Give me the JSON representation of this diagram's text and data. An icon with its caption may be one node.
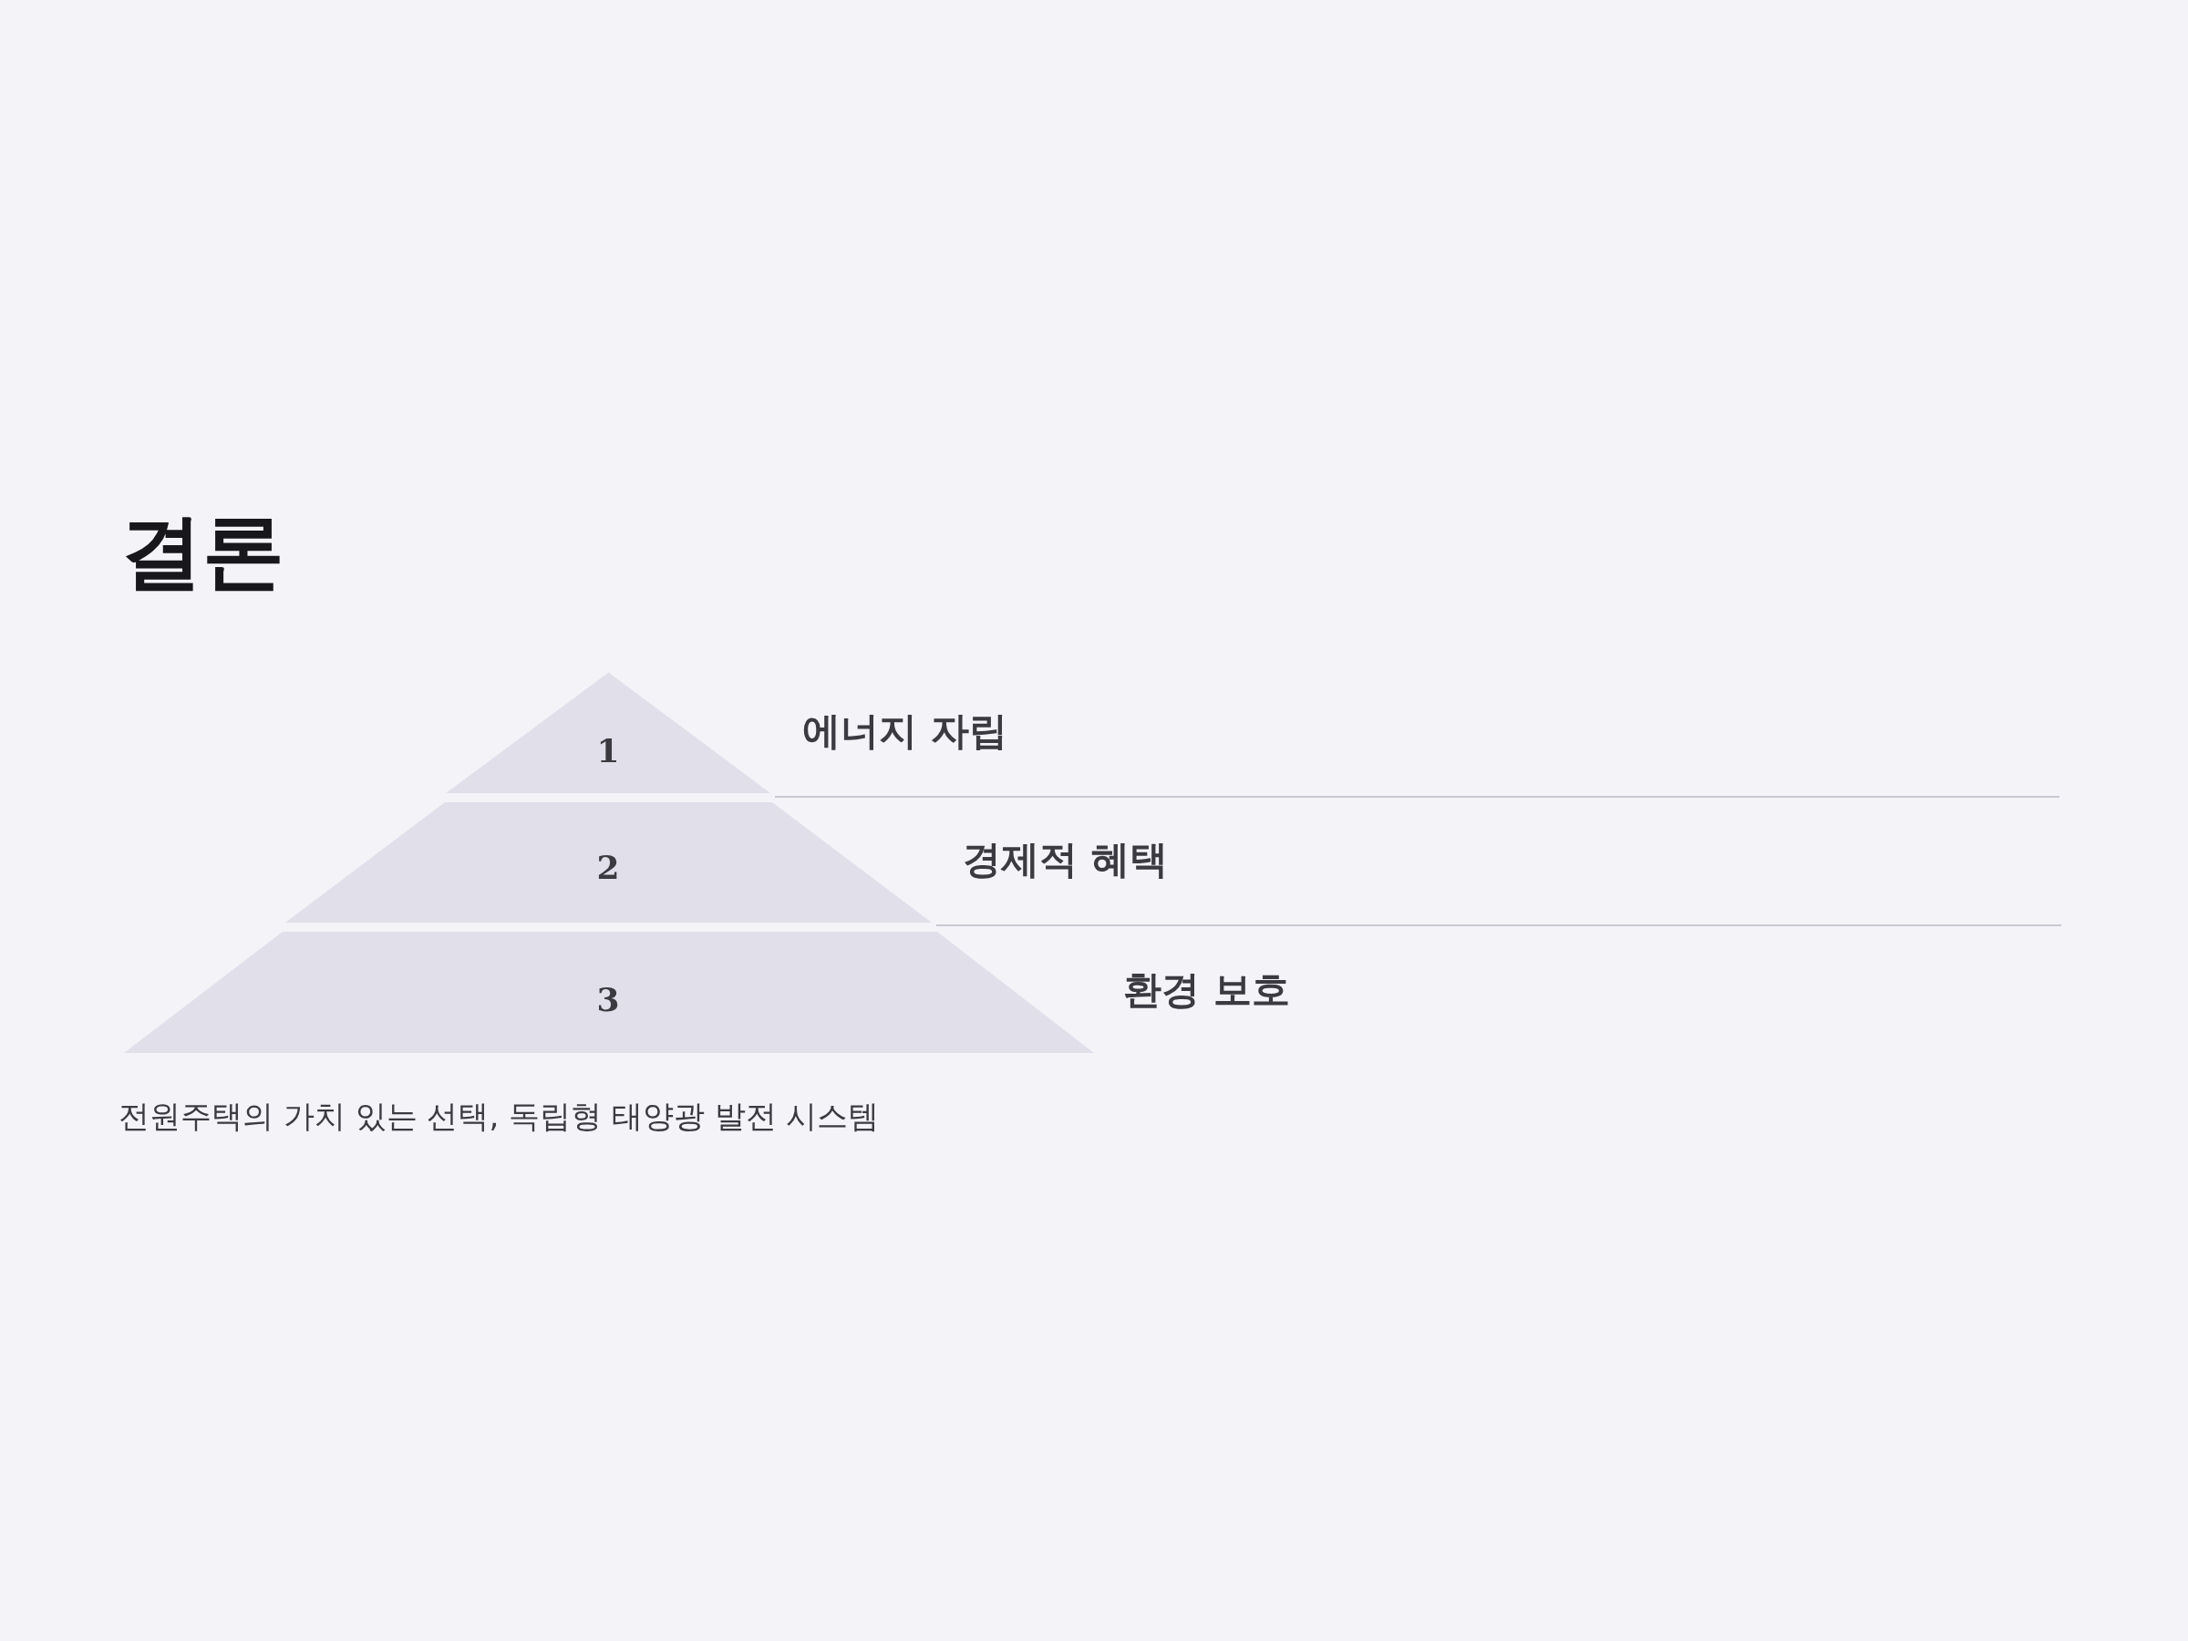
{
  "diagram": {
    "title": "결론",
    "caption": "전원주택의 가치 있는 선택, 독립형 태양광 발전 시스템",
    "nodes": [
      {
        "text": [
          "1"
        ],
        "beside": [
          "에너지 자립"
        ]
      },
      {
        "text": [
          "2"
        ],
        "beside": [
          "경제적 혜택"
        ]
      },
      {
        "text": [
          "3"
        ],
        "beside": [
          "환경 보호"
        ]
      }
    ]
  }
}
